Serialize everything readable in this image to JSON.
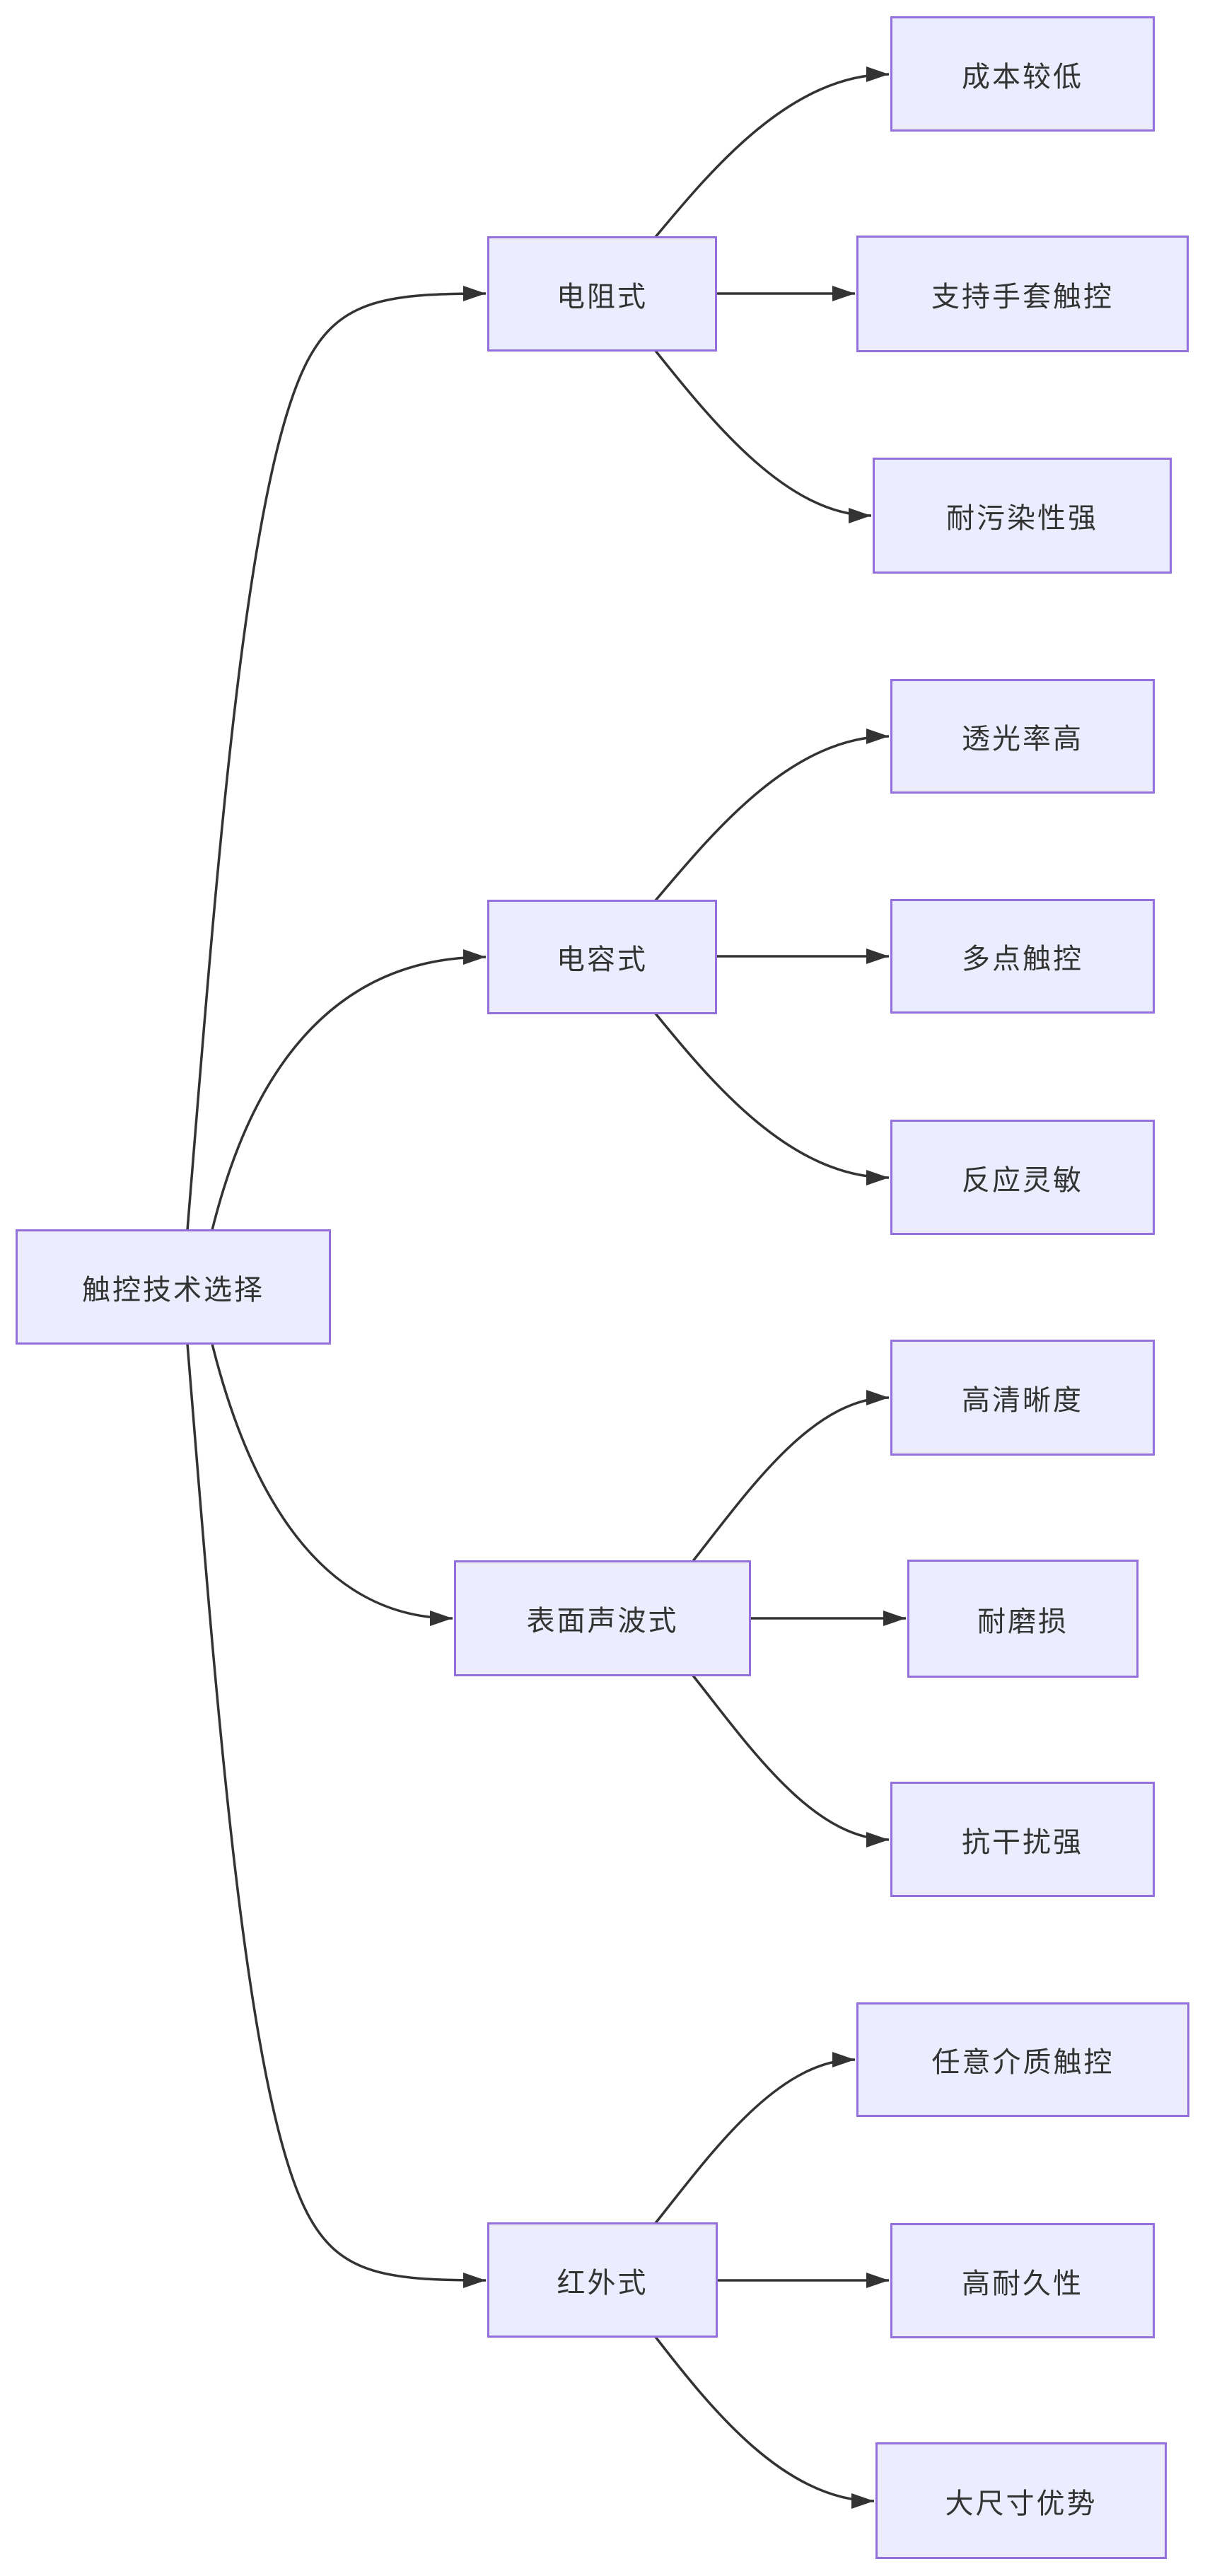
{
  "diagram": {
    "type": "flowchart-lr",
    "root": {
      "label": "触控技术选择"
    },
    "branches": [
      {
        "label": "电阻式",
        "leaves": [
          "成本较低",
          "支持手套触控",
          "耐污染性强"
        ]
      },
      {
        "label": "电容式",
        "leaves": [
          "透光率高",
          "多点触控",
          "反应灵敏"
        ]
      },
      {
        "label": "表面声波式",
        "leaves": [
          "高清晰度",
          "耐磨损",
          "抗干扰强"
        ]
      },
      {
        "label": "红外式",
        "leaves": [
          "任意介质触控",
          "高耐久性",
          "大尺寸优势"
        ]
      }
    ],
    "colors": {
      "node_fill": "#ECECFF",
      "node_border": "#9370DB",
      "edge": "#333333",
      "text": "#333333",
      "background": "#FFFFFF"
    }
  }
}
